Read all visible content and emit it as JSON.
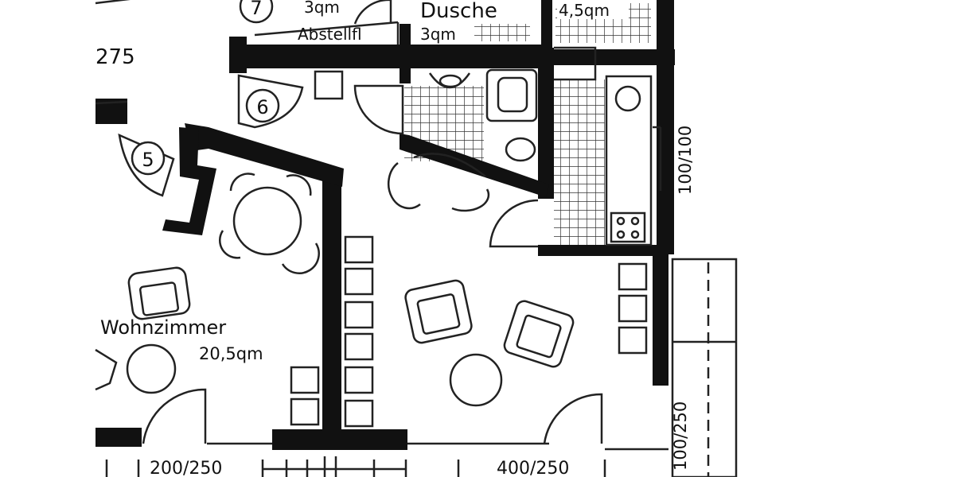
{
  "rooms": {
    "dusche": {
      "name": "Dusche",
      "area": "3qm"
    },
    "abstell": {
      "name": "Abstellfl",
      "area": "3qm"
    },
    "kueche": {
      "area": "4,5qm"
    },
    "wohnzimmer": {
      "name": "Wohnzimmer",
      "area": "20,5qm"
    }
  },
  "markers": {
    "m5": "5",
    "m6": "6",
    "m7": "7"
  },
  "dimensions": {
    "top_left": "275",
    "right_upper": "100/100",
    "right_lower": "100/250",
    "bottom_left": "200/250",
    "bottom_mid": "400/250"
  },
  "colors": {
    "wall": "#111111",
    "line": "#222222",
    "paper": "#ffffff"
  }
}
